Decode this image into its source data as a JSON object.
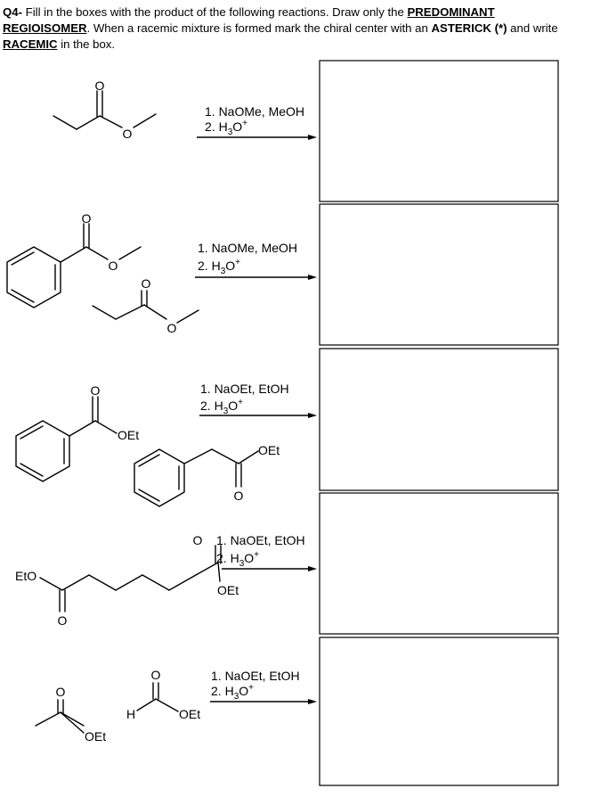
{
  "question": {
    "label": "Q4-",
    "text_1": " Fill in the boxes with the product of the following reactions. Draw only the ",
    "emphasis_1": "PREDOMINANT",
    "emphasis_2": "REGIOISOMER",
    "text_2": ". When a racemic mixture is formed mark the chiral center with an ",
    "emphasis_3": "ASTERICK (*)",
    "text_3": " and write ",
    "emphasis_4": "RACEMIC",
    "text_4": " in the box."
  },
  "atoms": {
    "O": "O",
    "H": "H",
    "OEt": "OEt",
    "EtO": "EtO"
  },
  "reactions": [
    {
      "step1": "1. NaOMe, MeOH",
      "step2_prefix": "2. H",
      "step2_sub": "3",
      "step2_suffix": "O",
      "step2_sup": "+"
    },
    {
      "step1": "1. NaOMe, MeOH",
      "step2_prefix": "2. H",
      "step2_sub": "3",
      "step2_suffix": "O",
      "step2_sup": "+"
    },
    {
      "step1": "1. NaOEt, EtOH",
      "step2_prefix": "2. H",
      "step2_sub": "3",
      "step2_suffix": "O",
      "step2_sup": "+"
    },
    {
      "step1": "1. NaOEt, EtOH",
      "step2_prefix": "2. H",
      "step2_sub": "3",
      "step2_suffix": "O",
      "step2_sup": "+"
    },
    {
      "step1": "1. NaOEt, EtOH",
      "step2_prefix": "2. H",
      "step2_sub": "3",
      "step2_suffix": "O",
      "step2_sup": "+"
    }
  ]
}
